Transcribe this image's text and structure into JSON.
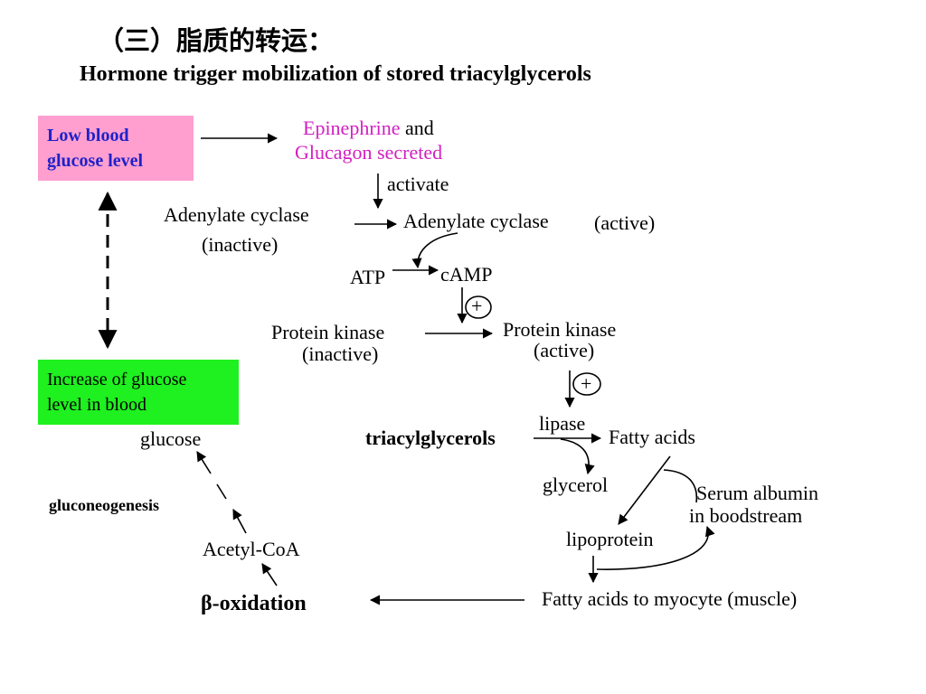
{
  "title_cn": "（三）脂质的转运：",
  "title_en": "Hormone trigger mobilization of stored triacylglycerols",
  "low_blood_glucose": [
    "Low blood",
    "glucose level"
  ],
  "increase_glucose": [
    "Increase of glucose",
    "level in blood"
  ],
  "epinephrine": "Epinephrine",
  "and": " and",
  "glucagon": "Glucagon secreted",
  "activate": "activate",
  "adenylate_inactive": [
    "Adenylate cyclase",
    "(inactive)"
  ],
  "adenylate_active": "Adenylate cyclase",
  "active_paren": "(active)",
  "atp": "ATP",
  "camp": "cAMP",
  "plus": "+",
  "pk_inactive": [
    "Protein kinase",
    "(inactive)"
  ],
  "pk_active": [
    "Protein kinase",
    "(active)"
  ],
  "lipase": "lipase",
  "triacylglycerols": "triacylglycerols",
  "fatty_acids": "Fatty acids",
  "glycerol": "glycerol",
  "serum_albumin": [
    "Serum albumin",
    "in boodstream"
  ],
  "lipoprotein": "lipoprotein",
  "fatty_acids_myocyte": "Fatty acids to myocyte (muscle)",
  "beta_oxidation": "β-oxidation",
  "acetyl_coa": "Acetyl-CoA",
  "gluconeogenesis": "gluconeogenesis",
  "glucose": "glucose",
  "colors": {
    "pink_box": "#ff9fd0",
    "green_box": "#1ff01f",
    "blue_text": "#1e22c8",
    "magenta_text": "#d21fc0"
  }
}
